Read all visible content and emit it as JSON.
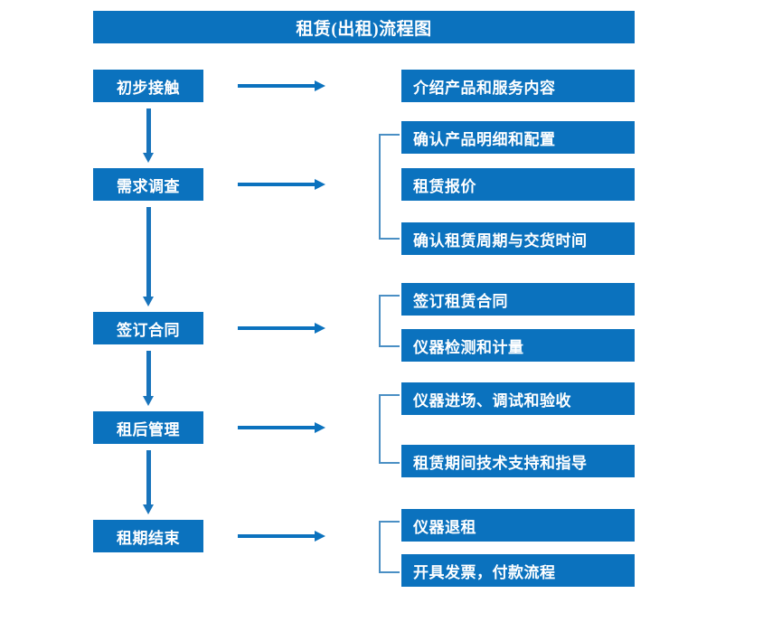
{
  "chart_data": {
    "type": "diagram",
    "title": "租赁(出租)流程图",
    "diagram_kind": "flowchart",
    "orientation": "vertical-stages-with-horizontal-details",
    "accent_color": "#0B72BE",
    "bracket_color": "#4A8FC4",
    "text_color": "#FFFFFF",
    "background": "#FFFFFF",
    "stages": [
      {
        "label": "初步接触",
        "details": [
          "介绍产品和服务内容"
        ]
      },
      {
        "label": "需求调查",
        "details": [
          "确认产品明细和配置",
          "租赁报价",
          "确认租赁周期与交货时间"
        ]
      },
      {
        "label": "签订合同",
        "details": [
          "签订租赁合同",
          "仪器检测和计量"
        ]
      },
      {
        "label": "租后管理",
        "details": [
          "仪器进场、调试和验收",
          "租赁期间技术支持和指导"
        ]
      },
      {
        "label": "租期结束",
        "details": [
          "仪器退租",
          "开具发票，付款流程"
        ]
      }
    ]
  },
  "header": {
    "title": "租赁(出租)流程图"
  },
  "stages": [
    {
      "label": "初步接触"
    },
    {
      "label": "需求调查"
    },
    {
      "label": "签订合同"
    },
    {
      "label": "租后管理"
    },
    {
      "label": "租期结束"
    }
  ],
  "details": [
    {
      "label": "介绍产品和服务内容"
    },
    {
      "label": "确认产品明细和配置"
    },
    {
      "label": "租赁报价"
    },
    {
      "label": "确认租赁周期与交货时间"
    },
    {
      "label": "签订租赁合同"
    },
    {
      "label": "仪器检测和计量"
    },
    {
      "label": "仪器进场、调试和验收"
    },
    {
      "label": "租赁期间技术支持和指导"
    },
    {
      "label": "仪器退租"
    },
    {
      "label": "开具发票，付款流程"
    }
  ]
}
